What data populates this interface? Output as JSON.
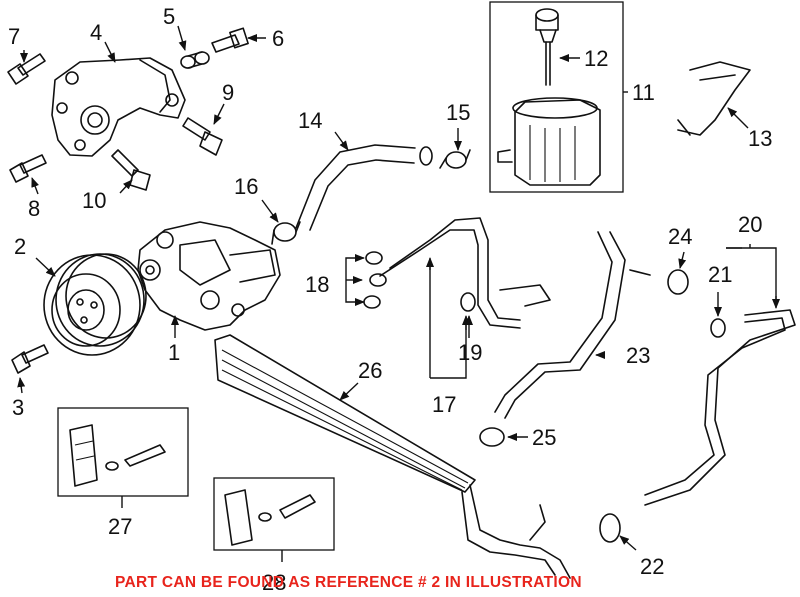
{
  "labels": {
    "n1": "1",
    "n2": "2",
    "n3": "3",
    "n4": "4",
    "n5": "5",
    "n6": "6",
    "n7": "7",
    "n8": "8",
    "n9": "9",
    "n10": "10",
    "n11": "11",
    "n12": "12",
    "n13": "13",
    "n14": "14",
    "n15": "15",
    "n16": "16",
    "n17": "17",
    "n18": "18",
    "n19": "19",
    "n20": "20",
    "n21": "21",
    "n22": "22",
    "n23": "23",
    "n24": "24",
    "n25": "25",
    "n26": "26",
    "n27": "27",
    "n28": "28"
  },
  "notice": "PART CAN BE FOUND AS REFERENCE # 2 IN ILLUSTRATION",
  "colors": {
    "notice": "#e8241c",
    "ink": "#111111"
  }
}
